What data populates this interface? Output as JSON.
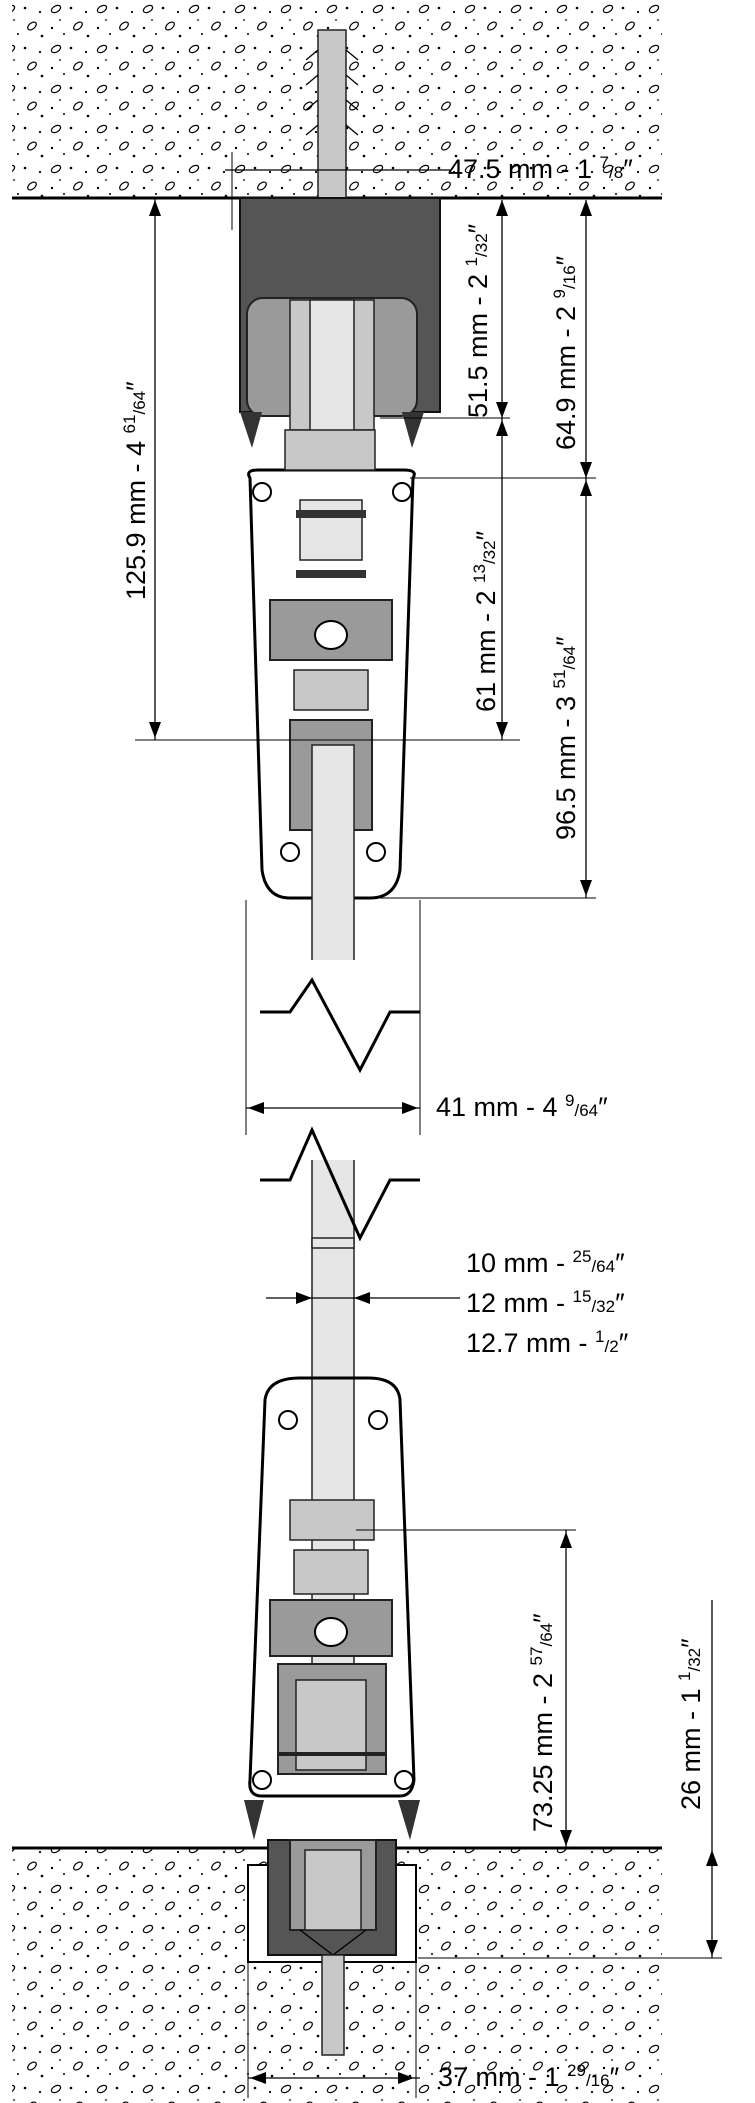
{
  "dimensions": {
    "top_width": {
      "main": "47.5 mm - 1 ",
      "sup": "7",
      "sub": "/8",
      "tail": "″"
    },
    "head_height": {
      "main": "51.5 mm - 2 ",
      "sup": "1",
      "sub": "/32",
      "tail": "″"
    },
    "rail_height": {
      "main": "64.9 mm - 2 ",
      "sup": "9",
      "sub": "/16",
      "tail": "″"
    },
    "total_top": {
      "main": "125.9 mm - 4 ",
      "sup": "61",
      "sub": "/64",
      "tail": "″"
    },
    "carriage_height": {
      "main": "61 mm - 2 ",
      "sup": "13",
      "sub": "/32",
      "tail": "″"
    },
    "upper_body": {
      "main": "96.5 mm - 3 ",
      "sup": "51",
      "sub": "/64",
      "tail": "″"
    },
    "body_width": {
      "main": "41 mm - 4 ",
      "sup": "9",
      "sub": "/64",
      "tail": "″"
    },
    "glass_10": {
      "main": "10 mm - ",
      "sup": "25",
      "sub": "/64",
      "tail": "″"
    },
    "glass_12": {
      "main": "12 mm - ",
      "sup": "15",
      "sub": "/32",
      "tail": "″"
    },
    "glass_127": {
      "main": "12.7 mm - ",
      "sup": "1",
      "sub": "/2",
      "tail": "″"
    },
    "lower_body": {
      "main": "73.25 mm - 2 ",
      "sup": "57",
      "sub": "/64",
      "tail": "″"
    },
    "floor_depth": {
      "main": "26 mm - 1 ",
      "sup": "1",
      "sub": "/32",
      "tail": "″"
    },
    "floor_width": {
      "main": "37 mm - 1 ",
      "sup": "29",
      "sub": "/16",
      "tail": "″"
    }
  },
  "colors": {
    "concrete": "#ffffff",
    "profile_dark": "#555555",
    "profile_mid": "#9a9a9a",
    "profile_light": "#c8c8c8",
    "glass": "#e6e6e6"
  }
}
